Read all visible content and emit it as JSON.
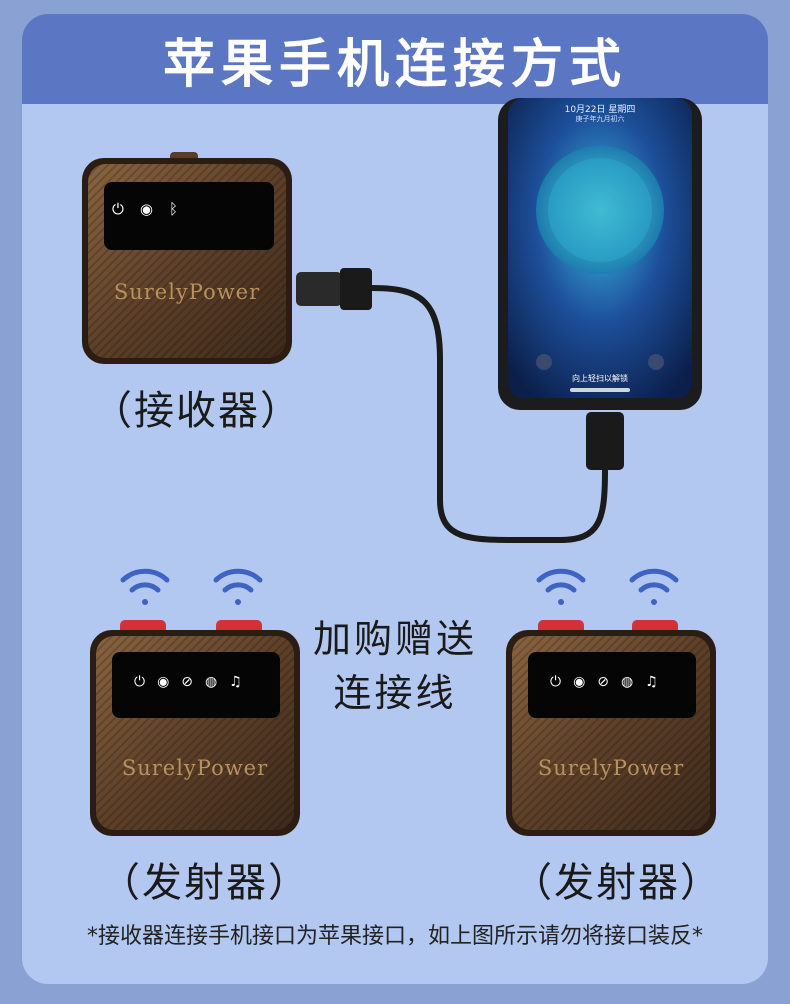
{
  "header": {
    "title": "苹果手机连接方式"
  },
  "phone": {
    "date": "10月22日 星期四",
    "lunar": "庚子年九月初六",
    "unlock_hint": "向上轻扫以解锁"
  },
  "receiver": {
    "caption": "（接收器）",
    "brand": "SurelyPower",
    "icons": [
      "power-icon",
      "signal-icon",
      "bluetooth-off-icon"
    ]
  },
  "gift": {
    "line1": "加购赠送",
    "line2": "连接线"
  },
  "transmitters": [
    {
      "caption": "（发射器）",
      "brand": "SurelyPower",
      "icons": [
        "power-icon",
        "signal-icon",
        "mic-mute-icon",
        "voice-icon",
        "music-icon"
      ]
    },
    {
      "caption": "（发射器）",
      "brand": "SurelyPower",
      "icons": [
        "power-icon",
        "signal-icon",
        "mic-mute-icon",
        "voice-icon",
        "music-icon"
      ]
    }
  ],
  "footnote": "*接收器连接手机接口为苹果接口，如上图所示请勿将接口装反*",
  "colors": {
    "background": "#8aa1d3",
    "panel": "#b3c8f0",
    "header": "#5b76c2",
    "wifi": "#3f63c4",
    "device_body": "#6a4a2e",
    "button_red": "#d3313a"
  }
}
